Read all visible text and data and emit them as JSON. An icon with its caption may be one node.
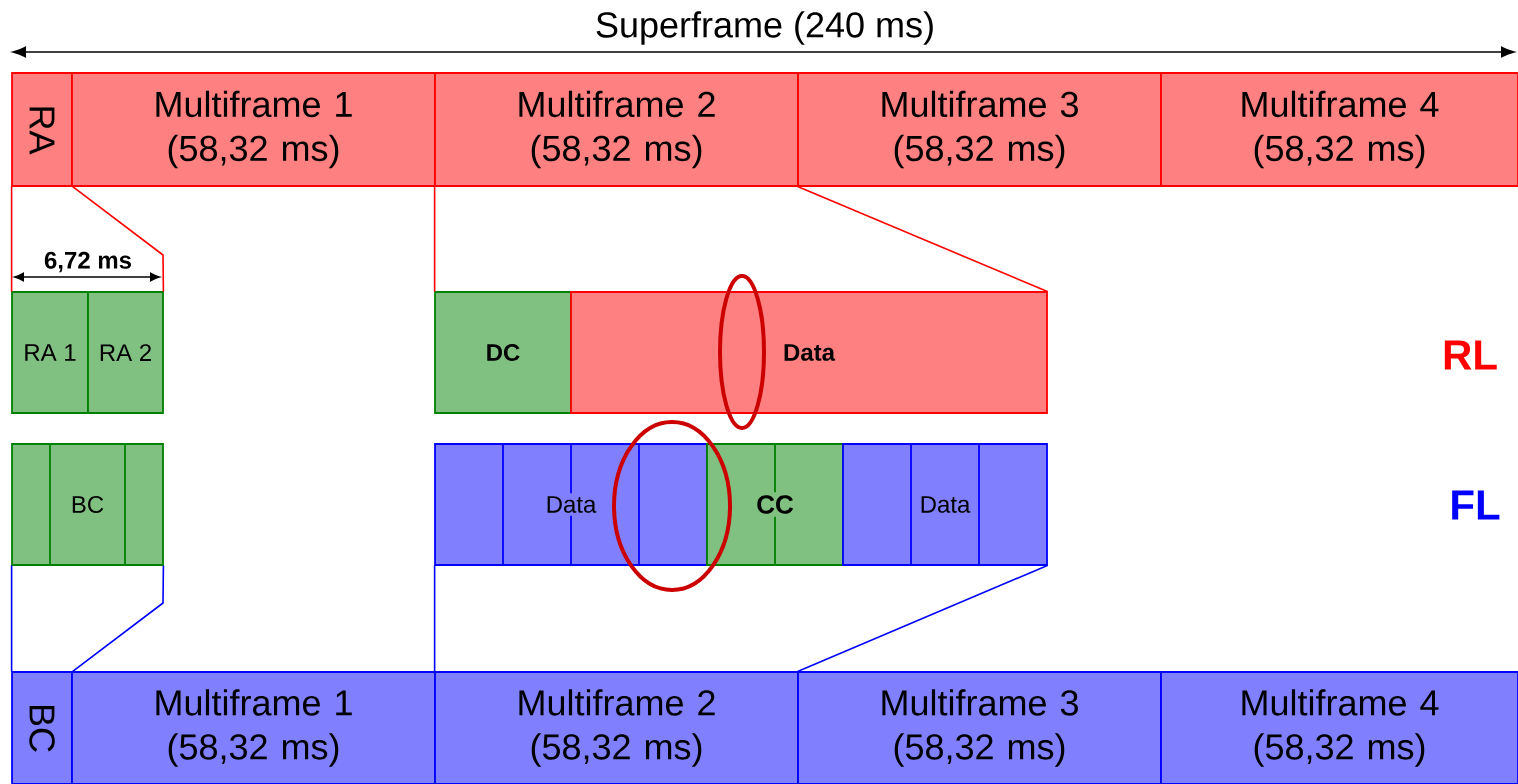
{
  "diagram": {
    "nodes": [
      {
        "text": [
          "RA"
        ]
      },
      {
        "text": [
          "Multiframe 1 (58,32 ms)"
        ]
      },
      {
        "text": [
          "Multiframe 2 (58,32 ms)"
        ]
      },
      {
        "text": [
          "Multiframe 3 (58,32 ms)"
        ]
      },
      {
        "text": [
          "Multiframe 4 (58,32 ms)"
        ]
      },
      {
        "text": [
          "RA 1"
        ]
      },
      {
        "text": [
          "RA 2"
        ]
      },
      {
        "text": [
          "DC"
        ]
      },
      {
        "text": [
          "Data"
        ]
      },
      {
        "text": [
          "BC"
        ]
      },
      {
        "text": [
          "Data"
        ]
      },
      {
        "text": [
          "CC"
        ]
      },
      {
        "text": [
          "Data"
        ]
      },
      {
        "text": [
          "BC"
        ]
      },
      {
        "text": [
          "Multiframe 1 (58,32 ms)"
        ]
      },
      {
        "text": [
          "Multiframe 2 (58,32 ms)"
        ]
      },
      {
        "text": [
          "Multiframe 3 (58,32 ms)"
        ]
      },
      {
        "text": [
          "Multiframe 4 (58,32 ms)"
        ]
      }
    ],
    "edges": [
      {
        "from": 0,
        "to": 5,
        "arrow": "none",
        "color": "#ff0000"
      },
      {
        "from": 0,
        "to": 6,
        "arrow": "none",
        "color": "#ff0000"
      },
      {
        "from": 2,
        "to": 7,
        "arrow": "none",
        "color": "#ff0000"
      },
      {
        "from": 3,
        "to": 8,
        "arrow": "none",
        "color": "#ff0000"
      },
      {
        "from": 9,
        "to": 13,
        "arrow": "none",
        "color": "#0000ff"
      },
      {
        "from": 9,
        "to": 13,
        "arrow": "none",
        "color": "#0000ff"
      },
      {
        "from": 10,
        "to": 15,
        "arrow": "none",
        "color": "#0000ff"
      },
      {
        "from": 12,
        "to": 16,
        "arrow": "none",
        "color": "#0000ff"
      }
    ],
    "labels": [
      "Superframe (240 ms)",
      "6,72 ms",
      "RL",
      "FL"
    ]
  }
}
